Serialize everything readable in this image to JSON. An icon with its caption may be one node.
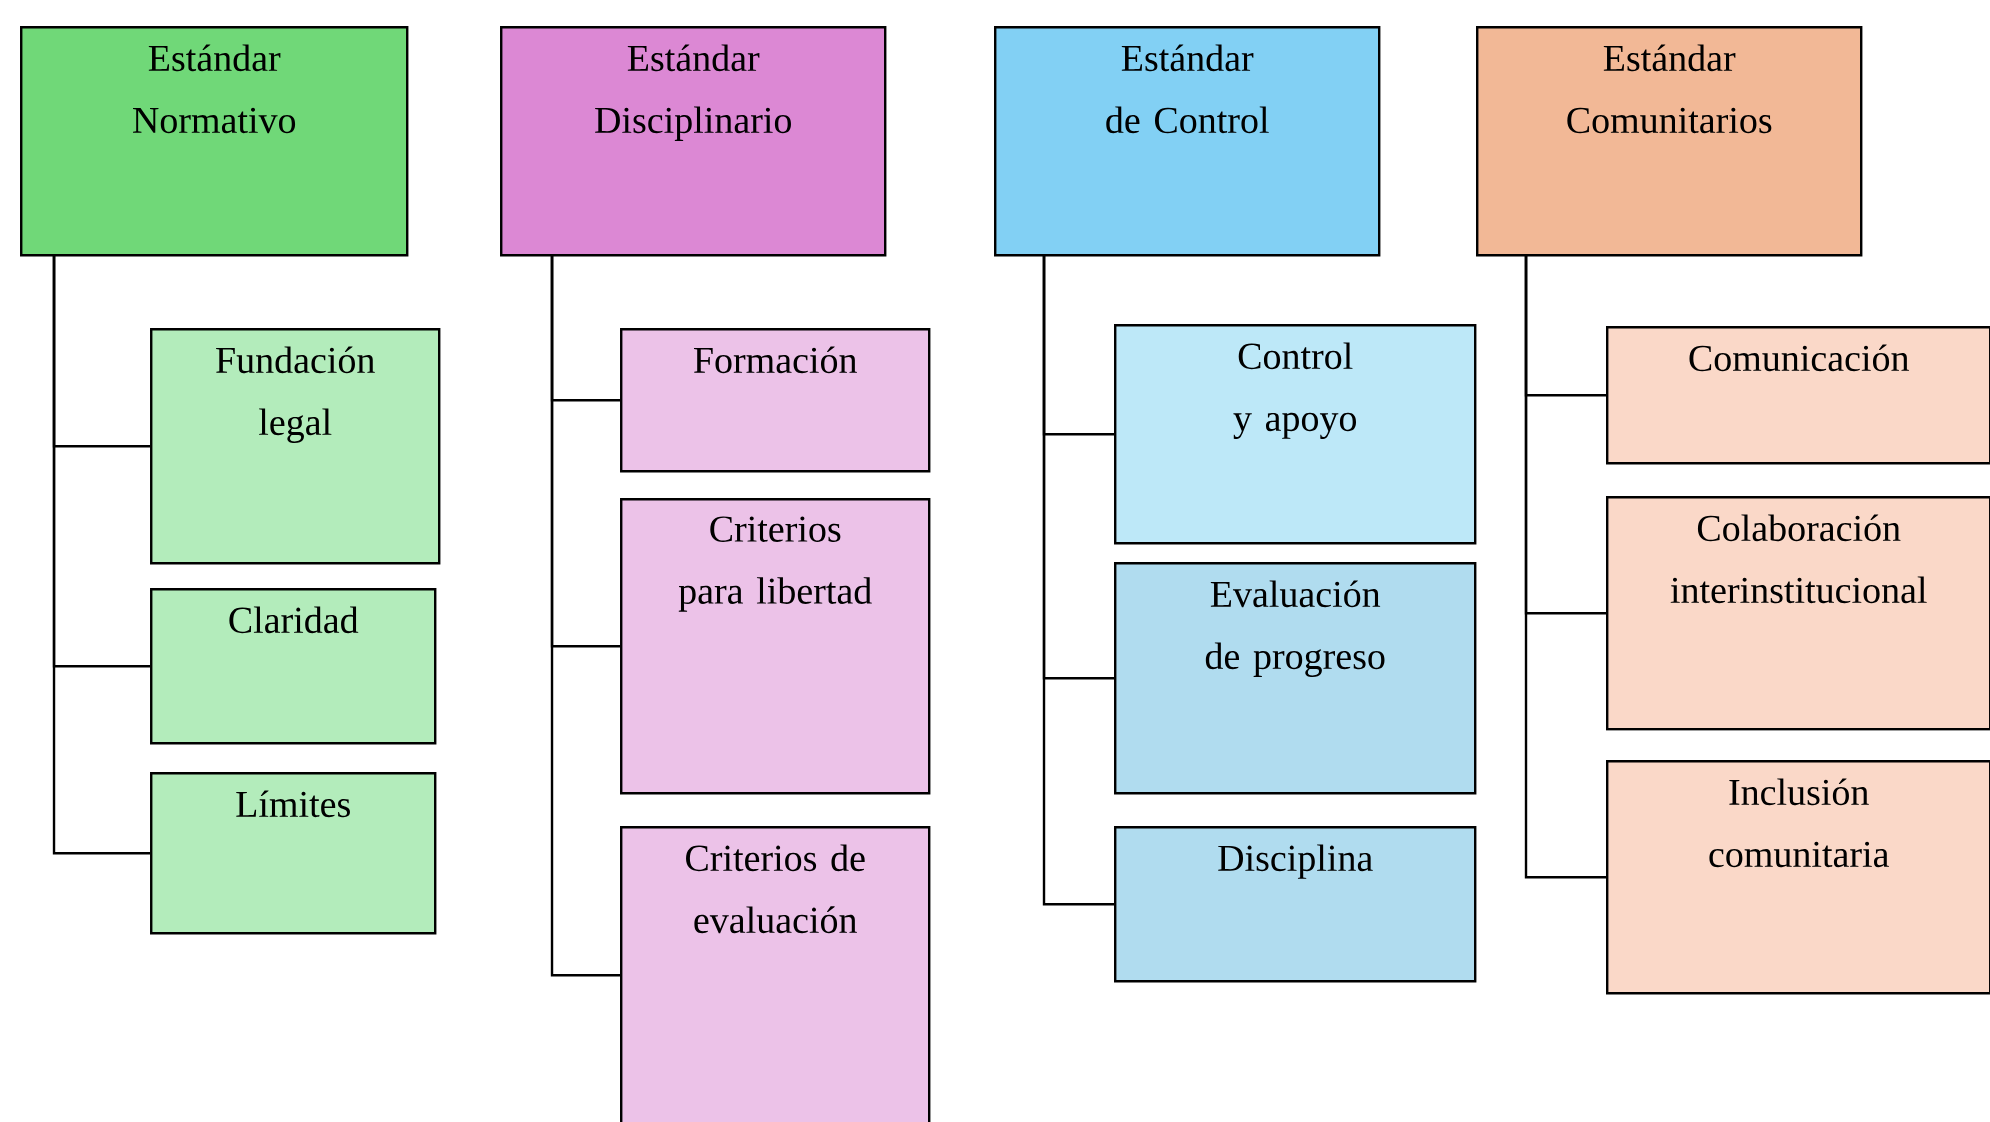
{
  "diagram": {
    "nodes": [
      {
        "text": [
          "Estándar Normativo"
        ]
      },
      {
        "text": [
          "Fundación legal"
        ]
      },
      {
        "text": [
          "Claridad"
        ]
      },
      {
        "text": [
          "Límites"
        ]
      },
      {
        "text": [
          "Estándar Disciplinario"
        ]
      },
      {
        "text": [
          "Formación"
        ]
      },
      {
        "text": [
          "Criterios para libertad"
        ]
      },
      {
        "text": [
          "Criterios de evaluación"
        ]
      },
      {
        "text": [
          "Estándar de Control"
        ]
      },
      {
        "text": [
          "Control y apoyo"
        ]
      },
      {
        "text": [
          "Evaluación de progreso"
        ]
      },
      {
        "text": [
          "Disciplina"
        ]
      },
      {
        "text": [
          "Estándar Comunitarios"
        ]
      },
      {
        "text": [
          "Comunicación"
        ]
      },
      {
        "text": [
          "Colaboración interinstitucional"
        ]
      },
      {
        "text": [
          "Inclusión comunitaria"
        ]
      }
    ],
    "edges": [
      {
        "from": 0,
        "to": 1,
        "arrow": "none"
      },
      {
        "from": 0,
        "to": 2,
        "arrow": "none"
      },
      {
        "from": 0,
        "to": 3,
        "arrow": "none"
      },
      {
        "from": 4,
        "to": 5,
        "arrow": "none"
      },
      {
        "from": 4,
        "to": 6,
        "arrow": "none"
      },
      {
        "from": 4,
        "to": 7,
        "arrow": "none"
      },
      {
        "from": 8,
        "to": 9,
        "arrow": "none"
      },
      {
        "from": 8,
        "to": 10,
        "arrow": "none"
      },
      {
        "from": 8,
        "to": 11,
        "arrow": "none"
      },
      {
        "from": 12,
        "to": 13,
        "arrow": "none"
      },
      {
        "from": 12,
        "to": 14,
        "arrow": "none"
      },
      {
        "from": 12,
        "to": 15,
        "arrow": "none"
      }
    ]
  }
}
